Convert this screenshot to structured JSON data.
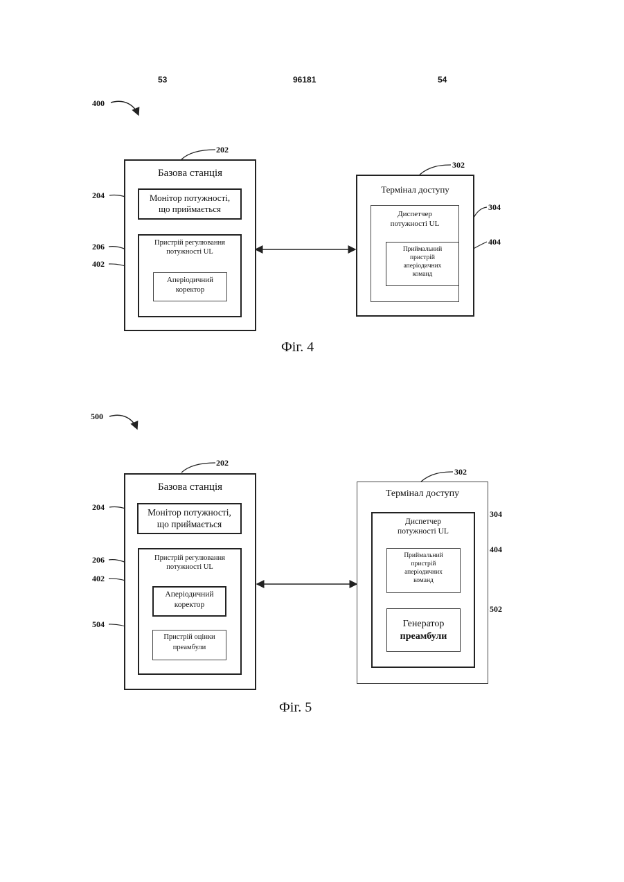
{
  "header": {
    "left_page": "53",
    "doc_number": "96181",
    "right_page": "54"
  },
  "fig4": {
    "ref": "400",
    "base_station": {
      "ref": "202",
      "title": "Базова станція"
    },
    "monitor": {
      "ref": "204",
      "line1": "Монітор потужності,",
      "line2": "що приймається"
    },
    "regulator": {
      "ref": "206",
      "line1": "Пристрій регулювання",
      "line2": "потужності UL"
    },
    "corrector": {
      "ref": "402",
      "line1": "Аперіодичний",
      "line2": "коректор"
    },
    "terminal": {
      "ref": "302",
      "title": "Термінал доступу"
    },
    "dispatcher": {
      "ref": "304",
      "line1": "Диспетчер",
      "line2": "потужності UL"
    },
    "receiver": {
      "ref": "404",
      "line1": "Приймальний",
      "line2": "пристрій",
      "line3": "аперіодичних",
      "line4": "команд"
    },
    "caption": "Фіг. 4"
  },
  "fig5": {
    "ref": "500",
    "base_station": {
      "ref": "202",
      "title": "Базова станція"
    },
    "monitor": {
      "ref": "204",
      "line1": "Монітор потужності,",
      "line2": "що приймається"
    },
    "regulator": {
      "ref": "206",
      "line1": "Пристрій регулювання",
      "line2": "потужності UL"
    },
    "corrector": {
      "ref": "402",
      "line1": "Аперіодичний",
      "line2": "коректор"
    },
    "estimator": {
      "ref": "504",
      "line1": "Пристрій оцінки",
      "line2": "преамбули"
    },
    "terminal": {
      "ref": "302",
      "title": "Термінал доступу"
    },
    "dispatcher": {
      "ref": "304",
      "line1": "Диспетчер",
      "line2": "потужності UL"
    },
    "receiver": {
      "ref": "404",
      "line1": "Приймальний",
      "line2": "пристрій",
      "line3": "аперіодичних",
      "line4": "команд"
    },
    "generator": {
      "ref": "502",
      "line1": "Генератор",
      "line2": "преамбули"
    },
    "caption": "Фіг. 5"
  }
}
